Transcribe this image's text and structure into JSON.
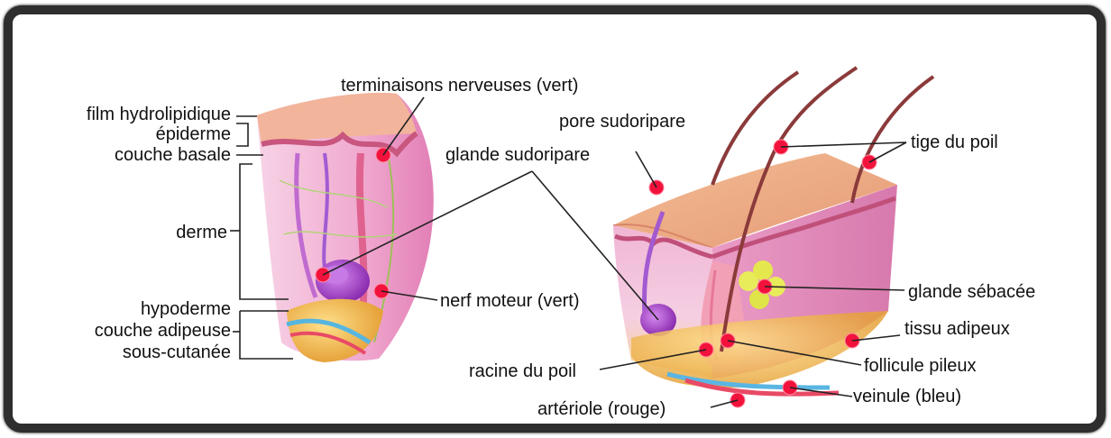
{
  "left_labels": {
    "film": "film hydrolipidique",
    "epiderme": "épiderme",
    "basale": "couche basale",
    "derme": "derme",
    "hypoderme": "hypoderme",
    "adipeuse": "couche adipeuse",
    "sous_cutanee": "sous-cutanée"
  },
  "center_labels": {
    "terminaisons": "terminaisons nerveuses (vert)",
    "glande_sudoripare": "glande sudoripare",
    "nerf_moteur": "nerf moteur (vert)",
    "racine": "racine du poil",
    "arteriole": "artériole (rouge)"
  },
  "right_labels": {
    "pore": "pore sudoripare",
    "tige": "tige du poil",
    "sebacee": "glande sébacée",
    "adipeux": "tissu adipeux",
    "follicule": "follicule pileux",
    "veinule": "veinule (bleu)"
  },
  "colors": {
    "frame": "#2e2e2e",
    "marker": "#f2123c",
    "epidermis": "#e9a88a",
    "dermis": "#f4c6dc",
    "gland": "#b04fcf",
    "fat": "#f1c15a"
  }
}
